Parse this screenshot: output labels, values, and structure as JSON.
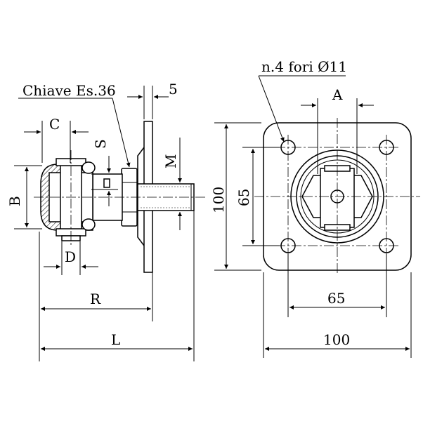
{
  "side_view": {
    "wrench_label": "Chiave Es.36",
    "plate_thickness": "5",
    "dim_C": "C",
    "dim_S": "S",
    "dim_M": "M",
    "dim_B": "B",
    "dim_D": "D",
    "dim_R": "R",
    "dim_L": "L"
  },
  "front_view": {
    "holes_label": "n.4 fori Ø11",
    "dim_A": "A",
    "plate_height": "100",
    "hole_spacing_vertical": "65",
    "hole_spacing_horizontal": "65",
    "plate_width": "100"
  }
}
